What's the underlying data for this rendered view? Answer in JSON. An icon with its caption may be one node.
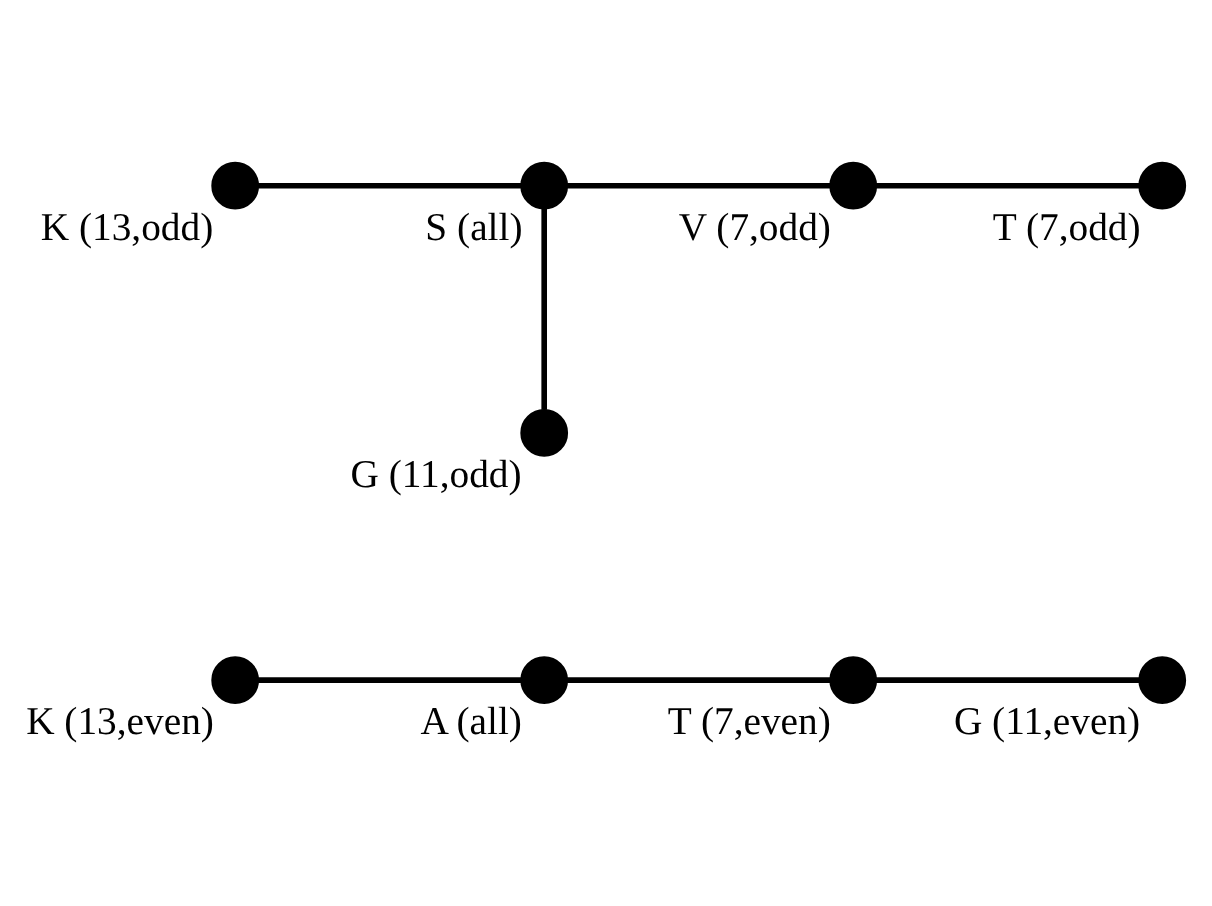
{
  "diagram": {
    "nodes": [
      {
        "text": [],
        "shape": "circle",
        "beside": [
          "K (13,even)"
        ]
      },
      {
        "text": [],
        "shape": "circle",
        "beside": [
          "A (all)"
        ]
      },
      {
        "text": [],
        "shape": "circle",
        "beside": [
          "T (7,even)"
        ]
      },
      {
        "text": [],
        "shape": "circle",
        "beside": [
          "G (11,even)"
        ]
      },
      {
        "text": [],
        "shape": "circle",
        "beside": [
          "K (13,odd)"
        ]
      },
      {
        "text": [],
        "shape": "circle",
        "beside": [
          "S (all)"
        ]
      },
      {
        "text": [],
        "shape": "circle",
        "beside": [
          "V (7,odd)"
        ]
      },
      {
        "text": [],
        "shape": "circle",
        "beside": [
          "T (7,odd)"
        ]
      },
      {
        "text": [],
        "shape": "circle",
        "beside": [
          "G (11,odd)"
        ]
      }
    ],
    "edges": [
      {
        "from": 0,
        "to": 1,
        "arrow": "none"
      },
      {
        "from": 1,
        "to": 2,
        "arrow": "none"
      },
      {
        "from": 2,
        "to": 3,
        "arrow": "none"
      },
      {
        "from": 4,
        "to": 5,
        "arrow": "none"
      },
      {
        "from": 5,
        "to": 6,
        "arrow": "none"
      },
      {
        "from": 6,
        "to": 7,
        "arrow": "none"
      },
      {
        "from": 5,
        "to": 8,
        "arrow": "none"
      }
    ]
  }
}
